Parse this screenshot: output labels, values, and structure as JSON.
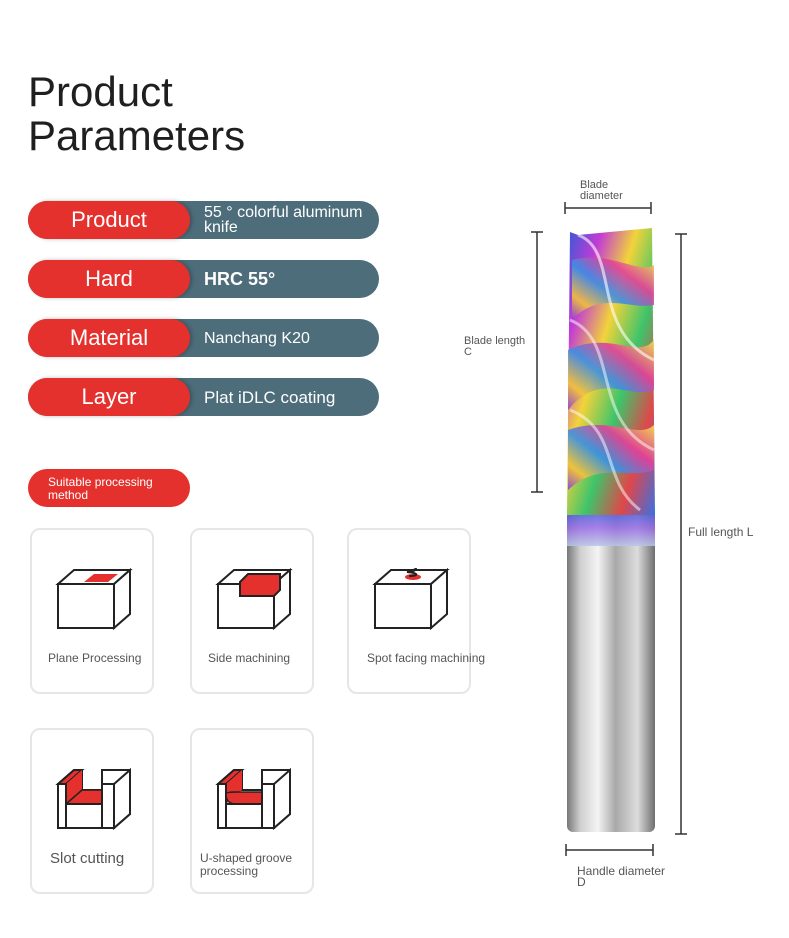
{
  "title": {
    "line1": "Product",
    "line2": "Parameters"
  },
  "parameters": [
    {
      "label": "Product",
      "value": "55 ° colorful aluminum knife"
    },
    {
      "label": "Hard",
      "value": "HRC 55°"
    },
    {
      "label": "Material",
      "value": "Nanchang K20"
    },
    {
      "label": "Layer",
      "value": "Plat iDLC coating"
    }
  ],
  "section_pill": "Suitable processing method",
  "methods": [
    {
      "caption": "Plane Processing",
      "icon": "plane-processing-icon"
    },
    {
      "caption": "Side machining",
      "icon": "side-machining-icon"
    },
    {
      "caption": "Spot facing machining",
      "icon": "spot-facing-icon"
    },
    {
      "caption": "Slot cutting",
      "icon": "slot-cutting-icon"
    },
    {
      "caption": "U-shaped groove processing",
      "icon": "u-groove-icon"
    }
  ],
  "dimensions": {
    "blade_diameter": "Blade diameter",
    "blade_length": "Blade length C",
    "full_length": "Full length L",
    "handle_diameter": "Handle diameter D"
  },
  "colors": {
    "accent_red": "#e4312d",
    "value_blue": "#4d6d7b"
  }
}
